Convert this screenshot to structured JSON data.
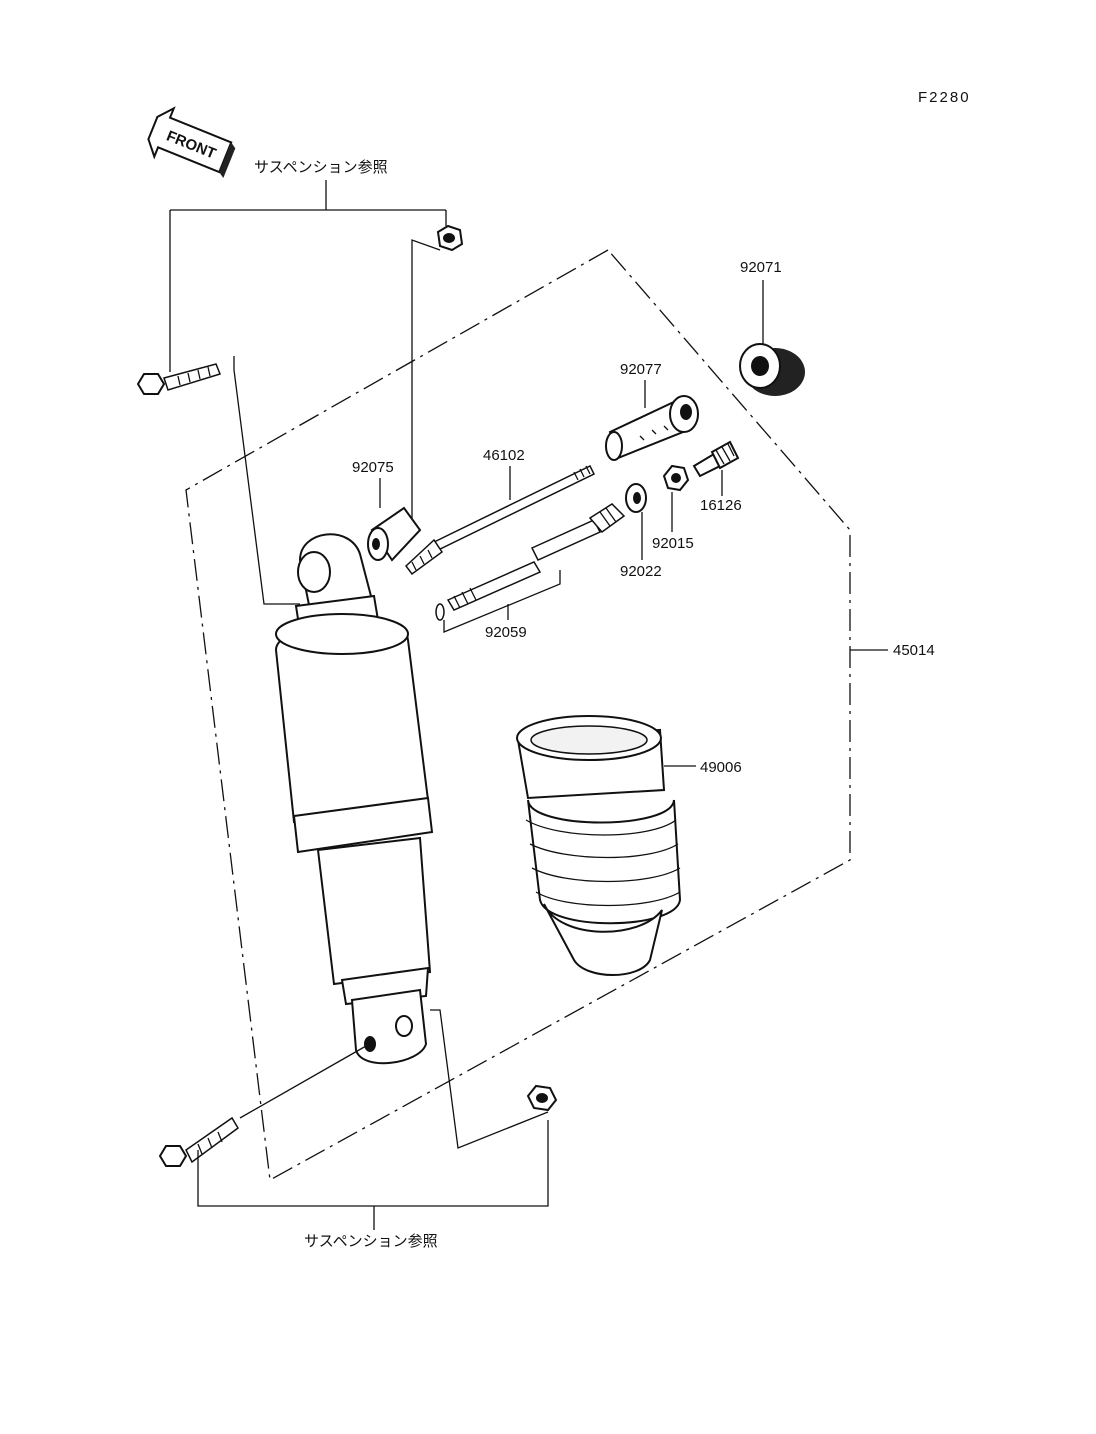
{
  "diagram": {
    "code": "F2280",
    "front_label": "FRONT",
    "ref_top": "サスペンション参照",
    "ref_bottom": "サスペンション参照",
    "parts": {
      "p92071": "92071",
      "p92077": "92077",
      "p46102": "46102",
      "p92075": "92075",
      "p16126": "16126",
      "p92015": "92015",
      "p92022": "92022",
      "p92059": "92059",
      "p45014": "45014",
      "p49006": "49006"
    }
  }
}
